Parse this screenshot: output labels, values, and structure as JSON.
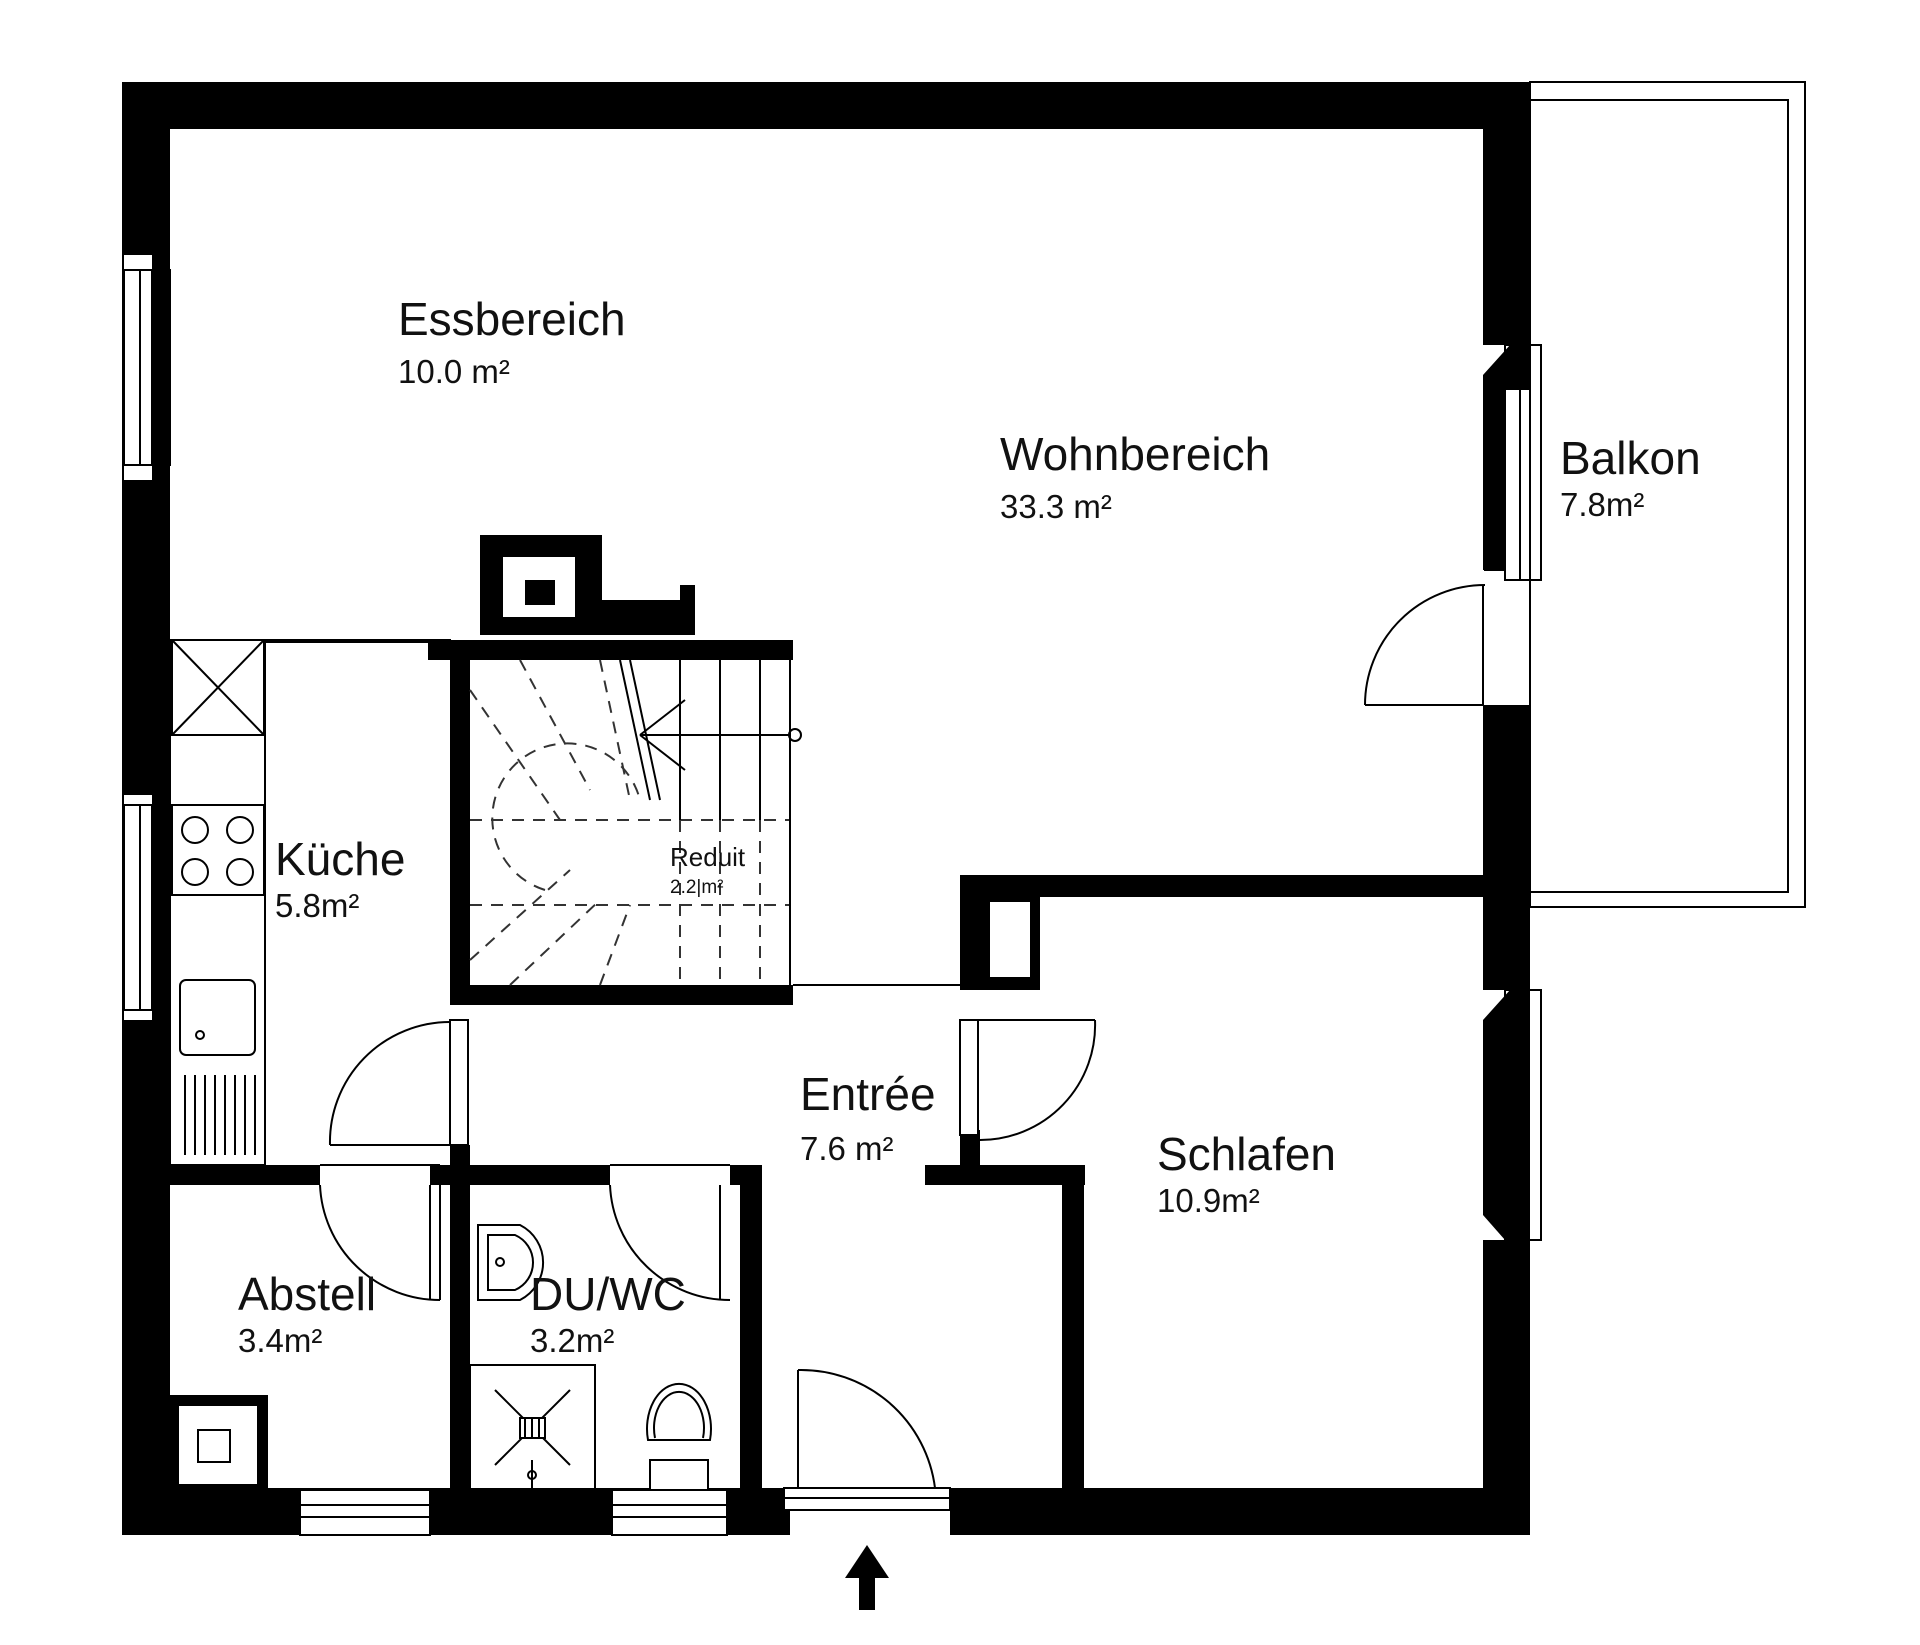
{
  "rooms": {
    "essbereich": {
      "name": "Essbereich",
      "area": "10.0 m²"
    },
    "wohnbereich": {
      "name": "Wohnbereich",
      "area": "33.3 m²"
    },
    "balkon": {
      "name": "Balkon",
      "area": "7.8m²"
    },
    "kueche": {
      "name": "Küche",
      "area": "5.8m²"
    },
    "reduit": {
      "name": "Reduit",
      "area": "2.2|m²"
    },
    "entree": {
      "name": "Entrée",
      "area": "7.6 m²"
    },
    "schlafen": {
      "name": "Schlafen",
      "area": "10.9m²"
    },
    "abstell": {
      "name": "Abstell",
      "area": "3.4m²"
    },
    "duwc": {
      "name": "DU/WC",
      "area": "3.2m²"
    }
  },
  "colors": {
    "wall": "#000000",
    "background": "#ffffff",
    "line": "#000000"
  },
  "icons": [
    "entrance-arrow-icon",
    "cooktop-icon",
    "sink-icon",
    "toilet-icon",
    "shower-drain-icon",
    "washbasin-icon"
  ]
}
